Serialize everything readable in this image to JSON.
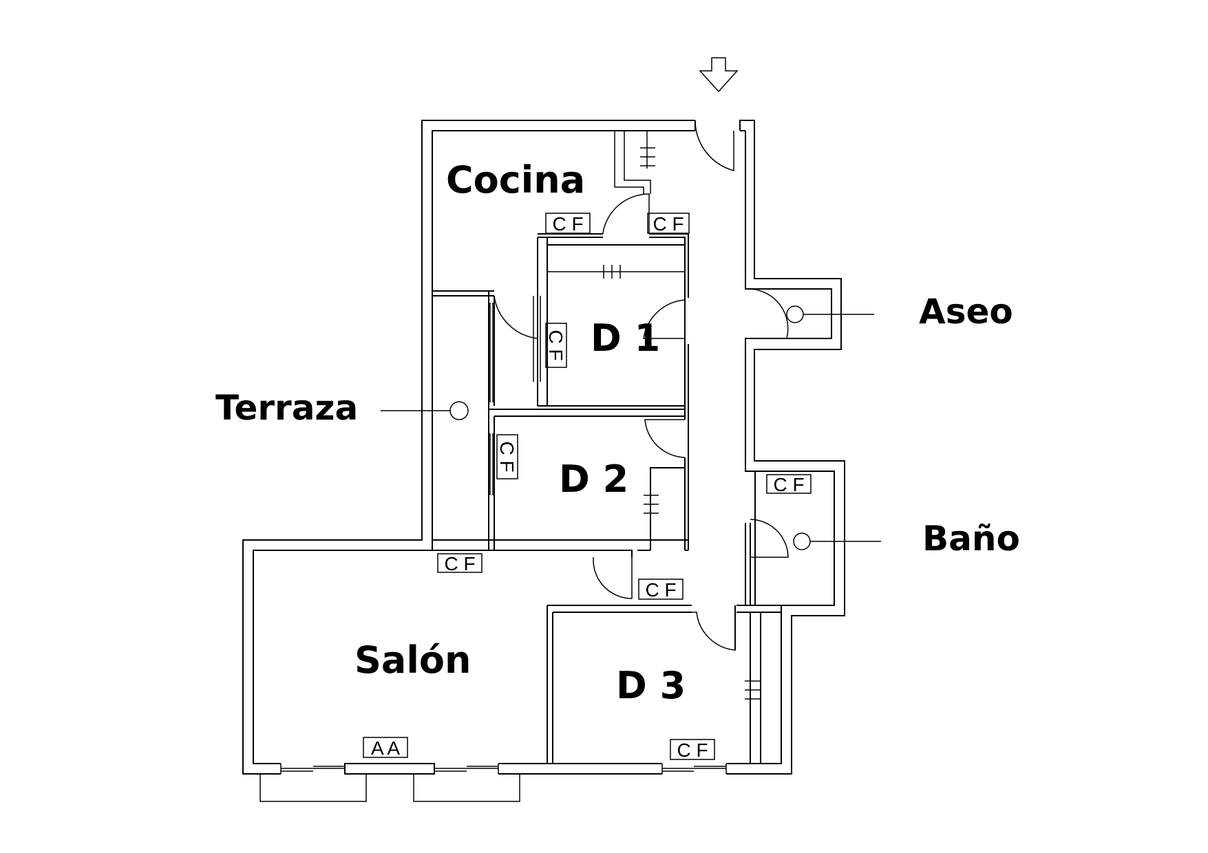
{
  "rooms": {
    "cocina": "Cocina",
    "d1": "D 1",
    "d2": "D 2",
    "d3": "D 3",
    "salon": "Salón"
  },
  "callouts": {
    "terraza": "Terraza",
    "aseo": "Aseo",
    "bano": "Baño"
  },
  "tags": {
    "cf": "C F",
    "aa": "A A"
  }
}
